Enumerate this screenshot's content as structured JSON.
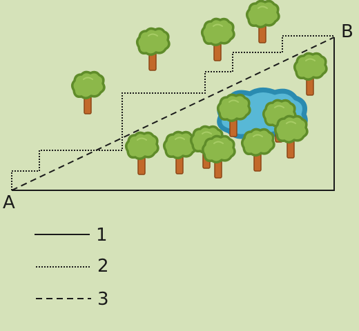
{
  "points": {
    "a": "A",
    "b": "B"
  },
  "legend": [
    {
      "label": "1",
      "style": "solid"
    },
    {
      "label": "2",
      "style": "dotted"
    },
    {
      "label": "3",
      "style": "dashed"
    }
  ],
  "colors": {
    "background": "#d5e2b9",
    "line": "#1a1a1a",
    "foliage": "#8cb84a",
    "foliage_edge": "#5f8c2a",
    "trunk": "#c2692a",
    "trunk_edge": "#8a4515",
    "pond": "#58b8d6",
    "pond_edge": "#2a8bb0"
  }
}
